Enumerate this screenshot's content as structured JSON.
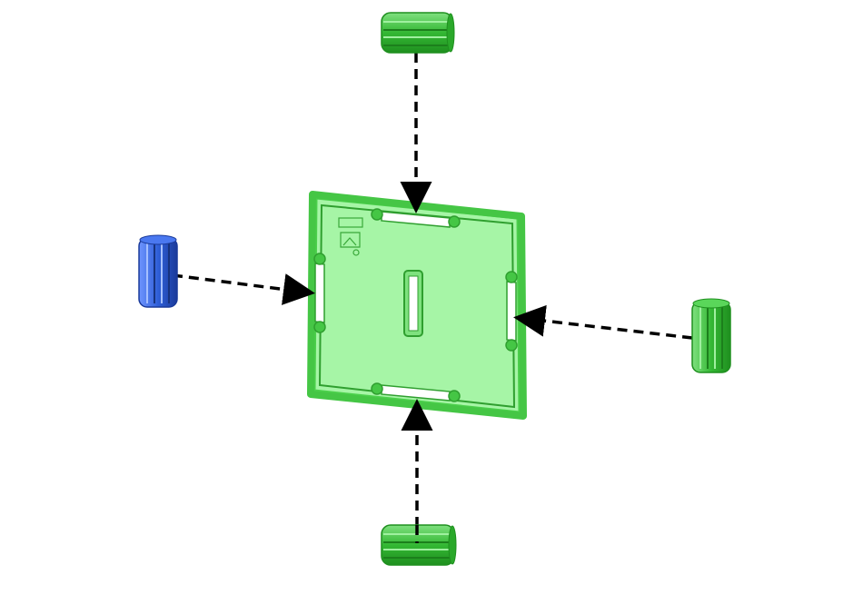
{
  "diagram": {
    "colors": {
      "background": "#ffffff",
      "panel_fill": "#a6f5a6",
      "panel_frame": "#4cd04c",
      "panel_frame_dark": "#2f9f2f",
      "connector_green": "#3cc43c",
      "connector_green_dark": "#1f8f1f",
      "connector_blue": "#2f5fd8",
      "connector_blue_dark": "#1a3a9a",
      "arrow": "#000000"
    },
    "parts": [
      {
        "name": "panel",
        "label": "square panel",
        "color": "green"
      },
      {
        "name": "connector-top",
        "label": "connector",
        "color": "green"
      },
      {
        "name": "connector-bottom",
        "label": "connector",
        "color": "green"
      },
      {
        "name": "connector-left",
        "label": "connector",
        "color": "blue"
      },
      {
        "name": "connector-right",
        "label": "connector",
        "color": "green"
      }
    ],
    "arrows": [
      {
        "name": "arrow-top",
        "from": "connector-top",
        "to": "panel",
        "style": "dashed"
      },
      {
        "name": "arrow-bottom",
        "from": "connector-bottom",
        "to": "panel",
        "style": "dashed"
      },
      {
        "name": "arrow-left",
        "from": "connector-left",
        "to": "panel",
        "style": "dashed"
      },
      {
        "name": "arrow-right",
        "from": "connector-right",
        "to": "panel",
        "style": "dashed"
      }
    ]
  }
}
